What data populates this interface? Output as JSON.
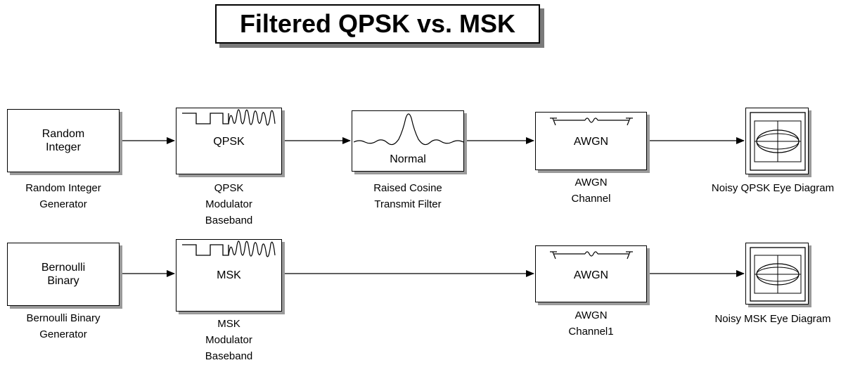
{
  "title": "Filtered QPSK vs. MSK",
  "blocks": {
    "random_integer": {
      "text": "Random\nInteger",
      "caption": "Random Integer\nGenerator"
    },
    "qpsk_mod": {
      "text": "QPSK",
      "caption": "QPSK\nModulator\nBaseband"
    },
    "rc_filter": {
      "text": "Normal",
      "caption": "Raised Cosine\nTransmit Filter"
    },
    "awgn_top": {
      "text": "AWGN",
      "caption": "AWGN\nChannel"
    },
    "eye_qpsk": {
      "caption": "Noisy QPSK Eye Diagram"
    },
    "bernoulli": {
      "text": "Bernoulli\nBinary",
      "caption": "Bernoulli Binary\nGenerator"
    },
    "msk_mod": {
      "text": "MSK",
      "caption": "MSK\nModulator\nBaseband"
    },
    "awgn_bottom": {
      "text": "AWGN",
      "caption": "AWGN\nChannel1"
    },
    "eye_msk": {
      "caption": "Noisy MSK Eye Diagram"
    }
  }
}
